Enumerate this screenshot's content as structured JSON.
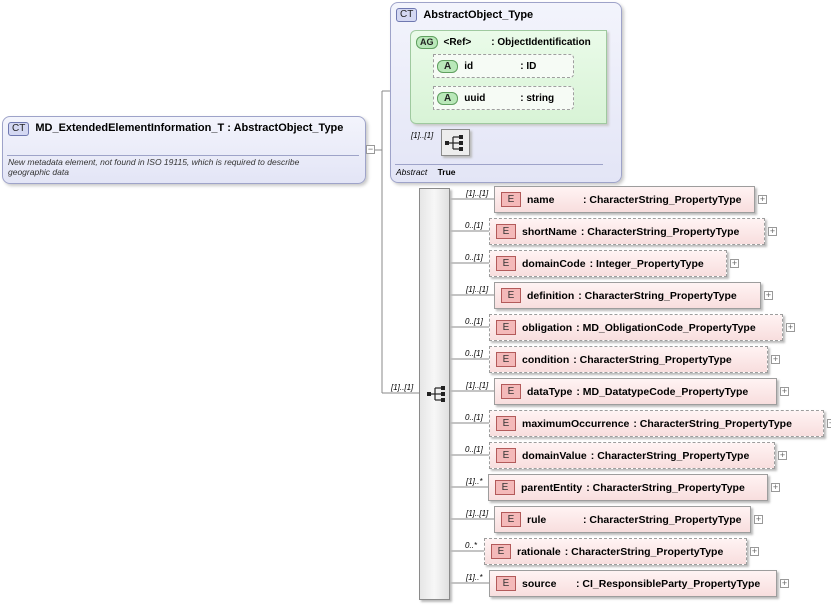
{
  "main_type": {
    "badge": "CT",
    "title": "MD_ExtendedElementInformation_T : AbstractObject_Type",
    "documentation": "New metadata element, not found in ISO 19115, which is required to describe geographic data"
  },
  "base_type": {
    "badge": "CT",
    "title": "AbstractObject_Type",
    "attribute_group": {
      "badge": "AG",
      "label": "<Ref>",
      "type": ": ObjectIdentification"
    },
    "attributes": [
      {
        "badge": "A",
        "name": "id",
        "type": ": ID"
      },
      {
        "badge": "A",
        "name": "uuid",
        "type": ": string"
      }
    ],
    "sequence_multiplicity": "[1]..[1]",
    "abstract_label": "Abstract",
    "abstract_value": "True"
  },
  "sequence": {
    "multiplicity": "[1]..[1]"
  },
  "elements": [
    {
      "mult": "[1]..[1]",
      "name": "name",
      "type": ": CharacterString_PropertyType",
      "optional": false
    },
    {
      "mult": "0..[1]",
      "name": "shortName",
      "type": ": CharacterString_PropertyType",
      "optional": true
    },
    {
      "mult": "0..[1]",
      "name": "domainCode",
      "type": ": Integer_PropertyType",
      "optional": true
    },
    {
      "mult": "[1]..[1]",
      "name": "definition",
      "type": ": CharacterString_PropertyType",
      "optional": false
    },
    {
      "mult": "0..[1]",
      "name": "obligation",
      "type": ": MD_ObligationCode_PropertyType",
      "optional": true
    },
    {
      "mult": "0..[1]",
      "name": "condition",
      "type": ": CharacterString_PropertyType",
      "optional": true
    },
    {
      "mult": "[1]..[1]",
      "name": "dataType",
      "type": ": MD_DatatypeCode_PropertyType",
      "optional": false
    },
    {
      "mult": "0..[1]",
      "name": "maximumOccurrence",
      "type": ": CharacterString_PropertyType",
      "optional": true
    },
    {
      "mult": "0..[1]",
      "name": "domainValue",
      "type": ": CharacterString_PropertyType",
      "optional": true
    },
    {
      "mult": "[1]..*",
      "name": "parentEntity",
      "type": ": CharacterString_PropertyType",
      "optional": false
    },
    {
      "mult": "[1]..[1]",
      "name": "rule",
      "type": ": CharacterString_PropertyType",
      "optional": false
    },
    {
      "mult": "0..*",
      "name": "rationale",
      "type": ": CharacterString_PropertyType",
      "optional": true
    },
    {
      "mult": "[1]..*",
      "name": "source",
      "type": ": CI_ResponsibleParty_PropertyType",
      "optional": false
    }
  ],
  "element_badge": "E",
  "expand_glyph": "+"
}
